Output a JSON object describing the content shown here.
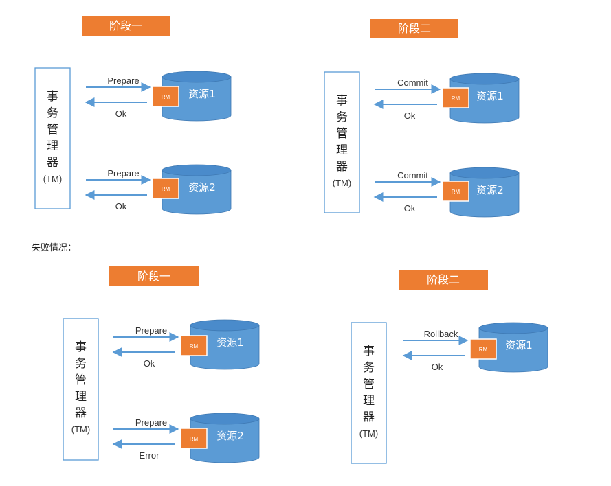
{
  "section_caption": "失败情况：",
  "panels": [
    {
      "stage": "阶段一",
      "tm": {
        "chars": [
          "事",
          "务",
          "管",
          "理",
          "器"
        ],
        "abbr": "(TM)"
      },
      "resources": [
        {
          "name": "资源1",
          "rm": "RM",
          "request": "Prepare",
          "response": "Ok"
        },
        {
          "name": "资源2",
          "rm": "RM",
          "request": "Prepare",
          "response": "Ok"
        }
      ]
    },
    {
      "stage": "阶段二",
      "tm": {
        "chars": [
          "事",
          "务",
          "管",
          "理",
          "器"
        ],
        "abbr": "(TM)"
      },
      "resources": [
        {
          "name": "资源1",
          "rm": "RM",
          "request": "Commit",
          "response": "Ok"
        },
        {
          "name": "资源2",
          "rm": "RM",
          "request": "Commit",
          "response": "Ok"
        }
      ]
    },
    {
      "stage": "阶段一",
      "tm": {
        "chars": [
          "事",
          "务",
          "管",
          "理",
          "器"
        ],
        "abbr": "(TM)"
      },
      "resources": [
        {
          "name": "资源1",
          "rm": "RM",
          "request": "Prepare",
          "response": "Ok"
        },
        {
          "name": "资源2",
          "rm": "RM",
          "request": "Prepare",
          "response": "Error"
        }
      ]
    },
    {
      "stage": "阶段二",
      "tm": {
        "chars": [
          "事",
          "务",
          "管",
          "理",
          "器"
        ],
        "abbr": "(TM)"
      },
      "resources": [
        {
          "name": "资源1",
          "rm": "RM",
          "request": "Rollback",
          "response": "Ok"
        }
      ]
    }
  ],
  "colors": {
    "stage_fill": "#ED7D31",
    "rm_fill": "#ED7D31",
    "rm_stroke": "#ffffff",
    "cylinder_fill": "#5B9BD5",
    "cylinder_top": "#4A8BCB",
    "cylinder_edge": "#3E78B2",
    "arrow": "#5B9BD5",
    "tm_stroke": "#5B9BD5",
    "tm_fill": "#ffffff"
  }
}
